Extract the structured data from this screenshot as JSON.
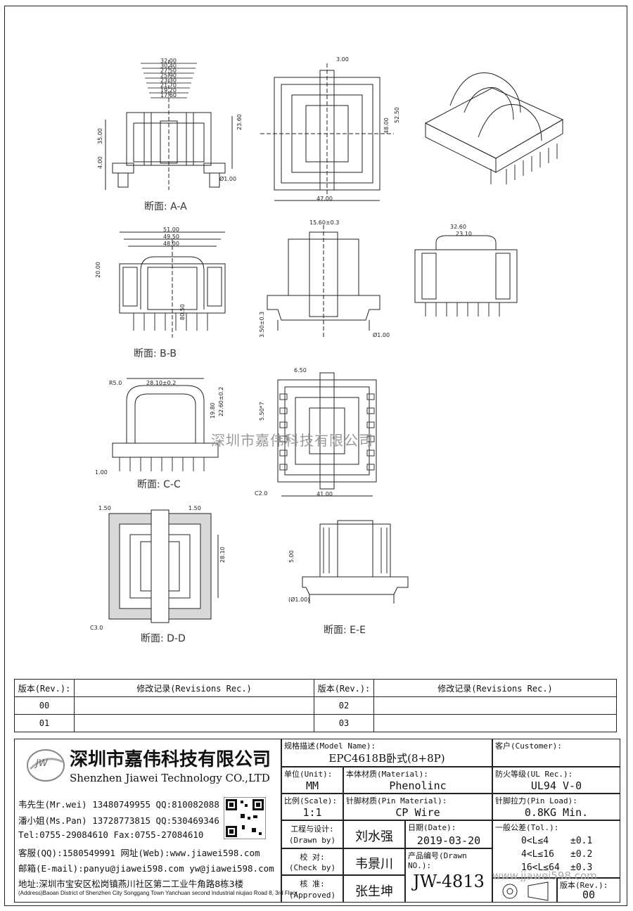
{
  "views": {
    "aa": "断面: A-A",
    "bb": "断面: B-B",
    "cc": "断面: C-C",
    "dd": "断面: D-D",
    "ee": "断面: E-E"
  },
  "dims": {
    "aa": [
      "32.00",
      "30.40",
      "27.50",
      "25.90",
      "23.30",
      "21.70",
      "19.20",
      "17.60",
      "35.00",
      "23.60",
      "4.00",
      "Ø1.00"
    ],
    "top": [
      "3.00",
      "47.00",
      "48.00",
      "52.50"
    ],
    "bb": [
      "51.00",
      "49.50",
      "48.00",
      "20.00",
      "80.50"
    ],
    "side": [
      "15.60±0.3",
      "3.50±0.3",
      "Ø1.00"
    ],
    "right": [
      "32.60",
      "23.10"
    ],
    "cc": [
      "28.10±0.2",
      "19.80",
      "22.60±0.2",
      "1.00",
      "R5.0"
    ],
    "bottom": [
      "6.50",
      "5.50*7",
      "41.00",
      "C2.0"
    ],
    "dd": [
      "1.50",
      "1.50",
      "28.10",
      "C3.0"
    ],
    "ee": [
      "5.00",
      "(Ø1.00)"
    ]
  },
  "watermark": "深圳市嘉伟科技有限公司",
  "revisions": {
    "col_rev": "版本(Rev.):",
    "col_rec": "修改记录(Revisions Rec.)",
    "rows": [
      [
        "00",
        "02"
      ],
      [
        "01",
        "03"
      ]
    ]
  },
  "company": {
    "logo": "JW",
    "name_cn": "深圳市嘉伟科技有限公司",
    "name_en": "Shenzhen Jiawei Technology CO.,LTD",
    "contacts": [
      "韦先生(Mr.wei) 13480749955 QQ:810082088",
      "潘小姐(Ms.Pan) 13728773815 QQ:530469346",
      "Tel:0755-29084610      Fax:0755-27084610",
      "客服(QQ):1580549991   网址(Web):www.jiawei598.com",
      "邮箱(E-mail):panyu@jiawei598.com  yw@jiawei598.com",
      "地址:深圳市宝安区松岗镇燕川社区第二工业牛角路8栋3楼"
    ],
    "address_en": "(Address)Baoan District of Shenzhen City Songgang Town Yanchuan  second Industrial niujiao Road 8, 3rd Floor"
  },
  "title_block": {
    "model_cap": "规格描述(Model Name):",
    "model_val": "EPC4618B卧式(8+8P)",
    "customer_cap": "客户(Customer):",
    "unit_cap": "单位(Unit):",
    "unit_val": "MM",
    "material_cap": "本体材质(Material):",
    "material_val": "Phenolinc",
    "ul_cap": "防火等级(UL Rec.):",
    "ul_val": "UL94 V-0",
    "scale_cap": "比例(Scale):",
    "scale_val": "1:1",
    "pin_cap": "针脚材质(Pin Material):",
    "pin_val": "CP Wire",
    "load_cap": "针脚拉力(Pin Load):",
    "load_val": "0.8KG Min.",
    "drawn_cap": "工程与设计:",
    "drawn_cap2": "(Drawn by)",
    "drawn_val": "刘水强",
    "date_cap": "日期(Date):",
    "date_val": "2019-03-20",
    "tol_cap": "一般公差(Tol.):",
    "tol": [
      "0<L≤4",
      "±0.1",
      "4<L≤16",
      "±0.2",
      "16<L≤64",
      "±0.3"
    ],
    "check_cap": "校  对:",
    "check_cap2": "(Check by)",
    "check_val": "韦景川",
    "dwgno_cap": "产品编号(Drawn NO.):",
    "dwgno_val": "JW-4813",
    "approved_cap": "核  准:",
    "approved_cap2": "(Approved)",
    "approved_val": "张生坤",
    "rev_cap": "版本(Rev.):",
    "rev_val": "00",
    "site_watermark": "www.jjawei598.com"
  }
}
